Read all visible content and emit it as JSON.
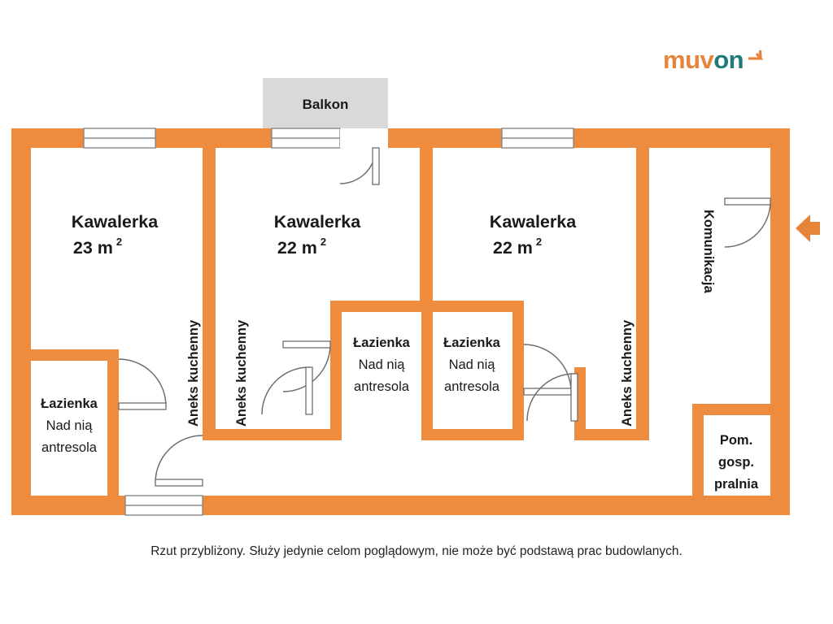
{
  "brand": {
    "logo_part1": "muv",
    "logo_part2": "on",
    "logo_arrow_icon": "arrow-up-right-icon",
    "color_orange": "#E8833A",
    "color_teal": "#1F7A78"
  },
  "plan": {
    "wall_color": "#ED8B3E",
    "balcony_fill": "#D9D9D9",
    "balcony": {
      "label": "Balkon"
    },
    "entry_arrow_icon": "entrance-arrow-icon",
    "rooms": [
      {
        "id": "studio-left",
        "name": "Kawalerka",
        "area_value": "23",
        "area_unit": "m",
        "area_exp": "2"
      },
      {
        "id": "studio-middle",
        "name": "Kawalerka",
        "area_value": "22",
        "area_unit": "m",
        "area_exp": "2"
      },
      {
        "id": "studio-right",
        "name": "Kawalerka",
        "area_value": "22",
        "area_unit": "m",
        "area_exp": "2"
      }
    ],
    "bathrooms": [
      {
        "id": "bathroom-left",
        "name": "Łazienka",
        "note_line1": "Nad nią",
        "note_line2": "antresola"
      },
      {
        "id": "bathroom-middle",
        "name": "Łazienka",
        "note_line1": "Nad nią",
        "note_line2": "antresola"
      },
      {
        "id": "bathroom-right",
        "name": "Łazienka",
        "note_line1": "Nad nią",
        "note_line2": "antresola"
      }
    ],
    "kitchenettes": [
      {
        "id": "kitchenette-1",
        "label": "Aneks kuchenny"
      },
      {
        "id": "kitchenette-2",
        "label": "Aneks kuchenny"
      },
      {
        "id": "kitchenette-3",
        "label": "Aneks kuchenny"
      }
    ],
    "corridor": {
      "label": "Komunikacja"
    },
    "utility": {
      "line1": "Pom.",
      "line2": "gosp.",
      "line3": "pralnia"
    }
  },
  "footer": {
    "disclaimer": "Rzut przybliżony. Służy jedynie celom poglądowym, nie może być podstawą prac budowlanych."
  }
}
